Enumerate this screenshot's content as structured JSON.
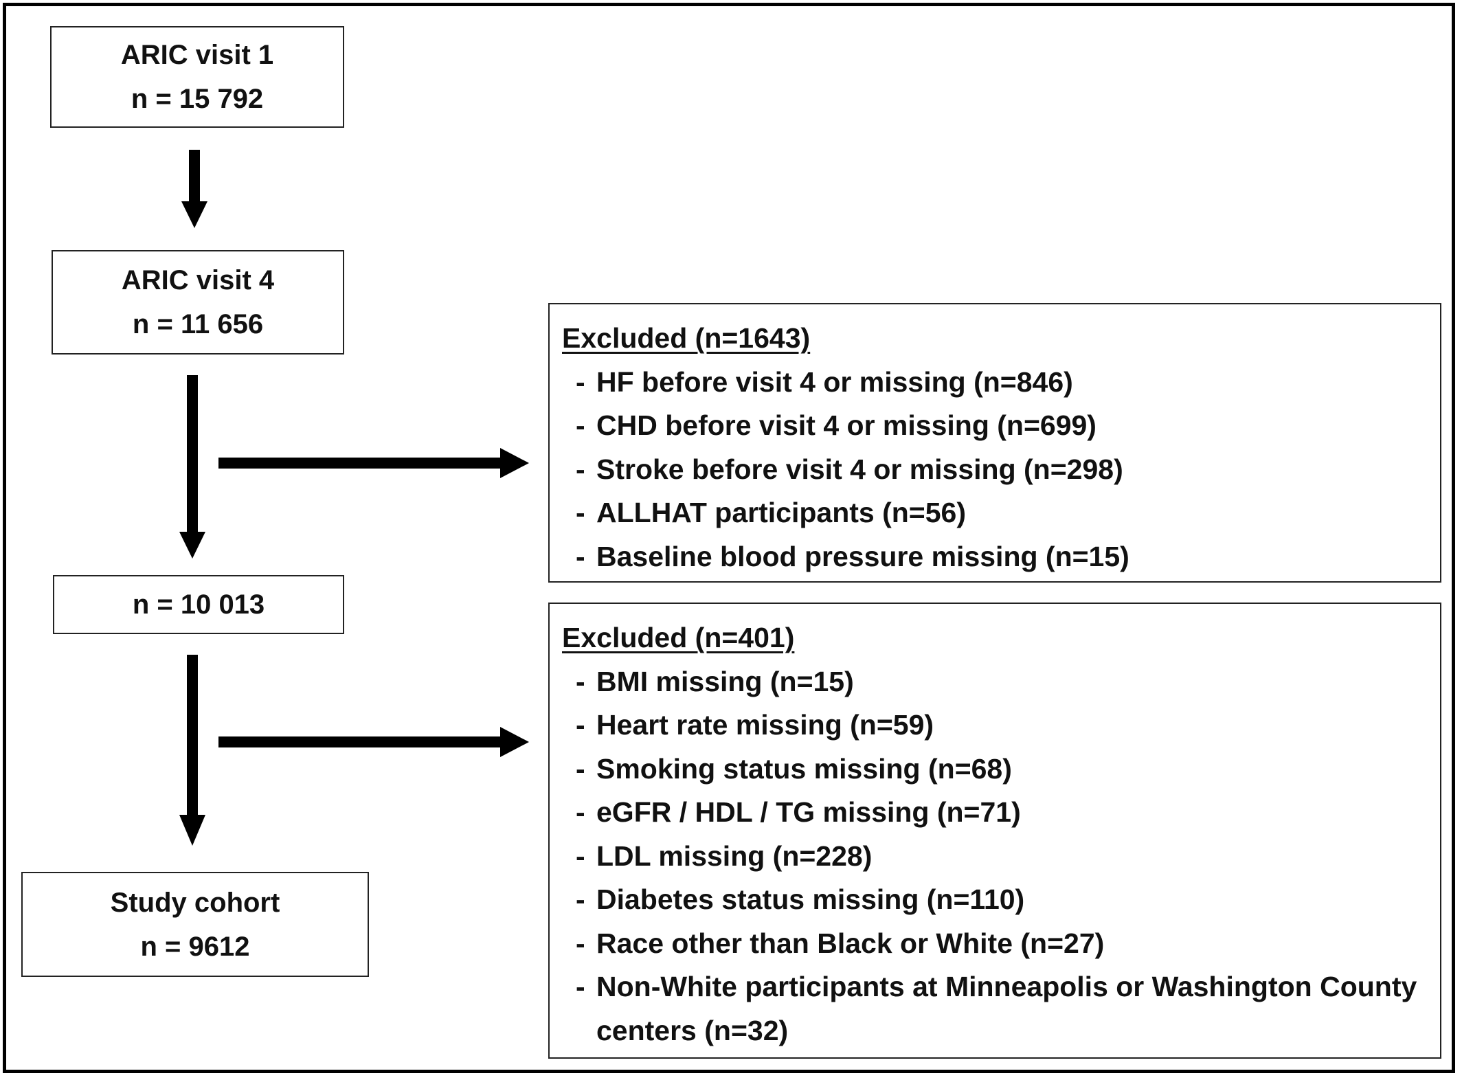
{
  "flow": {
    "visit1": {
      "title": "ARIC visit 1",
      "count": "n = 15 792"
    },
    "visit4": {
      "title": "ARIC visit 4",
      "count": "n = 11 656"
    },
    "intermediate": {
      "count": "n = 10 013"
    },
    "cohort": {
      "title": "Study cohort",
      "count": "n = 9612"
    }
  },
  "exclusions1": {
    "title": "Excluded (n=1643)",
    "items": [
      "HF before visit 4 or missing (n=846)",
      "CHD before visit 4 or missing (n=699)",
      "Stroke before visit 4 or missing (n=298)",
      "ALLHAT participants (n=56)",
      "Baseline blood pressure missing (n=15)"
    ]
  },
  "exclusions2": {
    "title": "Excluded (n=401)",
    "items": [
      "BMI missing (n=15)",
      "Heart rate missing (n=59)",
      "Smoking status missing (n=68)",
      "eGFR / HDL / TG  missing (n=71)",
      "LDL missing (n=228)",
      "Diabetes status missing (n=110)",
      "Race other than Black or White (n=27)",
      "Non-White participants at Minneapolis or Washington County centers (n=32)"
    ]
  },
  "bullet_char": "-",
  "colors": {
    "line": "#000000",
    "text": "#111111",
    "background": "#ffffff"
  }
}
